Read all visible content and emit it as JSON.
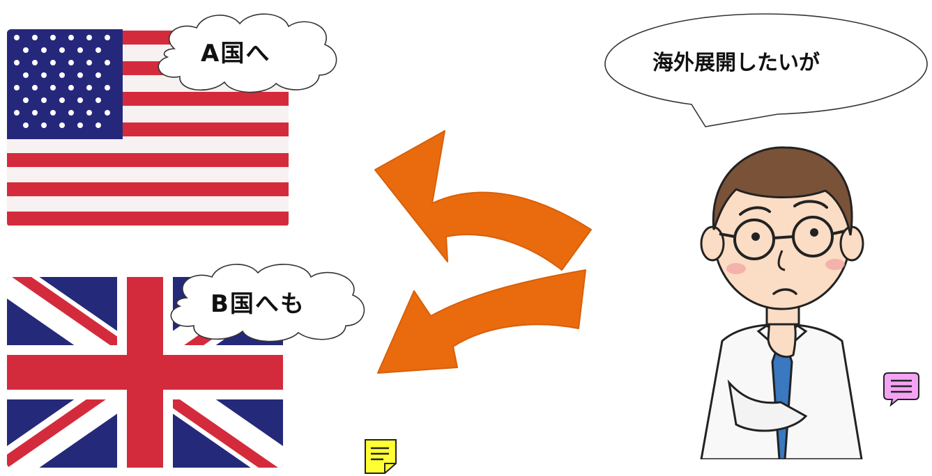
{
  "flag_a": {
    "icon": "us-flag",
    "bubble_label": "A国へ"
  },
  "flag_b": {
    "icon": "uk-flag",
    "bubble_label": "B国へも"
  },
  "arrows": {
    "icon": "bidirectional-curved-arrows",
    "color": "#e8690c"
  },
  "person": {
    "icon": "thinking-businessman",
    "speech_label": "海外展開したいが"
  },
  "notes": {
    "yellow_icon": "sticky-note-icon",
    "yellow_color": "#ffff33",
    "pink_icon": "comment-note-icon",
    "pink_color": "#f4a3f4"
  }
}
